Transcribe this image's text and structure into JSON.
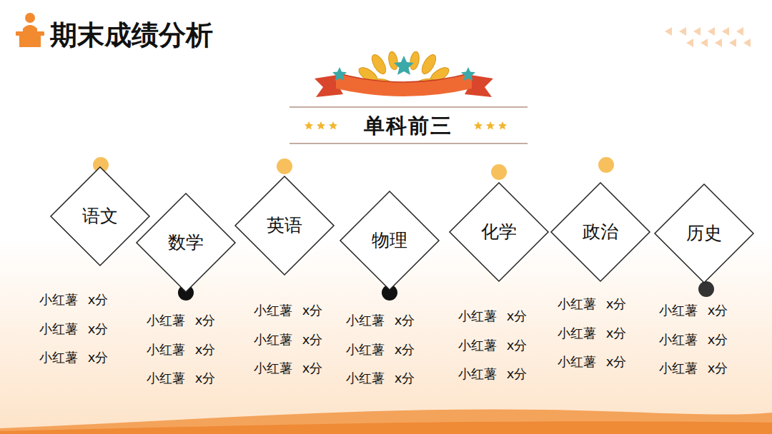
{
  "diagram": {
    "title": "期末成绩分析",
    "nodes": [
      {
        "text": [
          "语文"
        ]
      },
      {
        "text": [
          "数学"
        ]
      },
      {
        "text": [
          "英语"
        ]
      },
      {
        "text": [
          "物理"
        ]
      },
      {
        "text": [
          "化学"
        ]
      },
      {
        "text": [
          "政治"
        ]
      },
      {
        "text": [
          "历史"
        ]
      }
    ],
    "labels": [
      "单科前三",
      "小红薯 x分",
      "小红薯 x分",
      "小红薯 x分",
      "小红薯 x分",
      "小红薯 x分",
      "小红薯 x分",
      "小红薯 x分",
      "小红薯 x分",
      "小红薯 x分",
      "小红薯 x分",
      "小红薯 x分",
      "小红薯 x分",
      "小红薯 x分",
      "小红薯 x分",
      "小红薯 x分",
      "小红薯 x分",
      "小红薯 x分",
      "小红薯 x分",
      "小红薯 x分",
      "小红薯 x分",
      "小红薯 x分"
    ]
  }
}
